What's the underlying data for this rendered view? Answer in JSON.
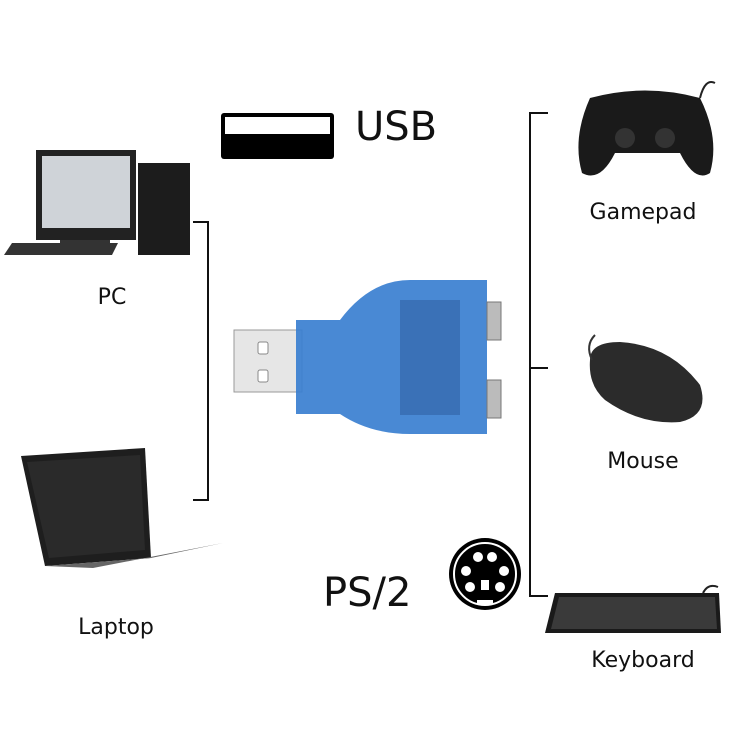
{
  "labels": {
    "usb": "USB",
    "ps2": "PS/2",
    "pc": "PC",
    "laptop": "Laptop",
    "gamepad": "Gamepad",
    "mouse": "Mouse",
    "keyboard": "Keyboard"
  },
  "colors": {
    "adapter_blue": "#3a7fd0",
    "line": "#111111"
  }
}
